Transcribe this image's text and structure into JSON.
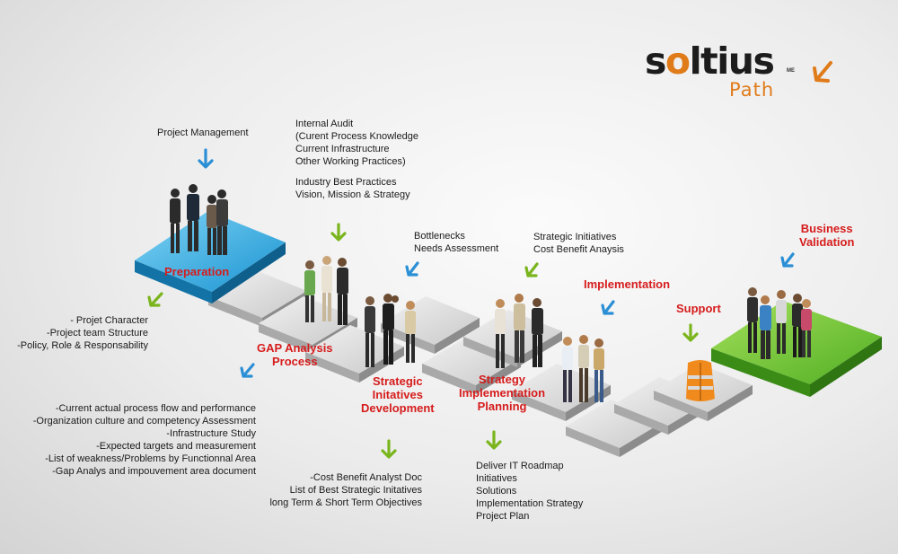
{
  "logo": {
    "word_prefix": "s",
    "word_o": "o",
    "word_suffix": "ltius",
    "superscript": "ME",
    "subtitle": "Path",
    "accent_color": "#e07b1a"
  },
  "stages": [
    {
      "id": "preparation",
      "label": "Preparation"
    },
    {
      "id": "gap",
      "label": "GAP Analysis\nProcess"
    },
    {
      "id": "strategic",
      "label": "Strategic\nInitatives\nDevelopment"
    },
    {
      "id": "planning",
      "label": "Strategy\nImplementation\nPlanning"
    },
    {
      "id": "implementation",
      "label": "Implementation"
    },
    {
      "id": "support",
      "label": "Support"
    },
    {
      "id": "business",
      "label": "Business\nValidation"
    }
  ],
  "inputs": {
    "project_management": "Project Management",
    "internal_audit": "Internal Audit\n(Curent Process Knowledge\nCurrent Infrastructure\nOther Working Practices)",
    "industry_best": "Industry Best Practices\nVision, Mission & Strategy",
    "bottlenecks": "Bottlenecks\nNeeds Assessment",
    "strategic_initiatives": "Strategic Initiatives\nCost Benefit Anaysis"
  },
  "outputs": {
    "preparation": "- Projet Character\n-Project team Structure\n-Policy, Role & Responsability",
    "gap": "-Current actual process flow and performance\n-Organization culture and competency Assessment\n-Infrastructure Study\n-Expected targets and measurement\n-List of weakness/Problems by Functionnal Area\n-Gap Analys and impouvement area document",
    "strategic": "-Cost Benefit Analyst Doc\nList of Best Strategic Initatives\nlong Term & Short Term Objectives",
    "planning": "Deliver IT Roadmap\nInitiatives\nSolutions\nImplementation Strategy\nProject Plan"
  },
  "colors": {
    "stage_label": "#d61c1c",
    "arrow_green": "#7ab51d",
    "arrow_blue": "#2b8fd6",
    "tile_blue": "#1aa0dc",
    "tile_green": "#5fbf2a",
    "tile_gray": "#d7d7d7"
  }
}
